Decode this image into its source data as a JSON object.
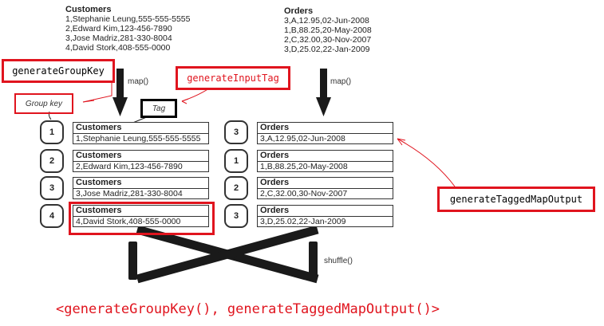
{
  "customers_source": {
    "title": "Customers",
    "lines": [
      "1,Stephanie Leung,555-555-5555",
      "2,Edward Kim,123-456-7890",
      "3,Jose Madriz,281-330-8004",
      "4,David Stork,408-555-0000"
    ]
  },
  "orders_source": {
    "title": "Orders",
    "lines": [
      "3,A,12.95,02-Jun-2008",
      "1,B,88.25,20-May-2008",
      "2,C,32.00,30-Nov-2007",
      "3,D,25.02,22-Jan-2009"
    ]
  },
  "map_label_left": "map()",
  "map_label_right": "map()",
  "shuffle_label": "shuffle()",
  "group_key_label": "Group key",
  "tag_label": "Tag",
  "annotations": {
    "generate_group_key": "generateGroupKey",
    "generate_input_tag": "generateInputTag",
    "generate_tagged_map_output": "generateTaggedMapOutput",
    "bottom_caption": "<generateGroupKey(), generateTaggedMapOutput()>"
  },
  "customer_records": [
    {
      "key": "1",
      "tag": "Customers",
      "value": "1,Stephanie Leung,555-555-5555"
    },
    {
      "key": "2",
      "tag": "Customers",
      "value": "2,Edward Kim,123-456-7890"
    },
    {
      "key": "3",
      "tag": "Customers",
      "value": "3,Jose Madriz,281-330-8004"
    },
    {
      "key": "4",
      "tag": "Customers",
      "value": "4,David Stork,408-555-0000"
    }
  ],
  "order_records": [
    {
      "key": "3",
      "tag": "Orders",
      "value": "3,A,12.95,02-Jun-2008"
    },
    {
      "key": "1",
      "tag": "Orders",
      "value": "1,B,88.25,20-May-2008"
    },
    {
      "key": "2",
      "tag": "Orders",
      "value": "2,C,32.00,30-Nov-2007"
    },
    {
      "key": "3",
      "tag": "Orders",
      "value": "3,D,25.02,22-Jan-2009"
    }
  ],
  "colors": {
    "annotation_red": "#e0141e",
    "ink": "#222222"
  }
}
